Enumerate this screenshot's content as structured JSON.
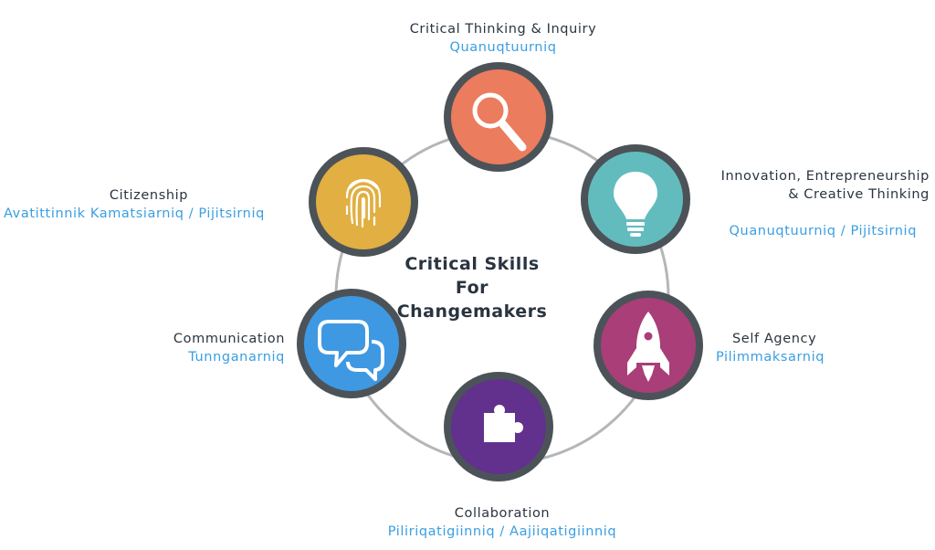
{
  "center": {
    "line1": "Critical Skills",
    "line2": "For Changemakers"
  },
  "nodes": [
    {
      "id": "critical-thinking",
      "title": "Critical Thinking & Inquiry",
      "subtitle": "Quanuqtuurniq",
      "color": "#ec7c5e",
      "ring": "#4c5358",
      "icon": "magnifier-icon"
    },
    {
      "id": "innovation",
      "title1": "Innovation, Entrepreneurship",
      "title2": "& Creative Thinking",
      "subtitle": "Quanuqtuurniq / Pijitsirniq",
      "color": "#62bcbe",
      "ring": "#4c5358",
      "icon": "lightbulb-icon"
    },
    {
      "id": "self-agency",
      "title": "Self Agency",
      "subtitle": "Pilimmaksarniq",
      "color": "#a93e78",
      "ring": "#4c5358",
      "icon": "rocket-icon"
    },
    {
      "id": "collaboration",
      "title": "Collaboration",
      "subtitle": "Piliriqatigiinniq / Aajiiqatigiinniq",
      "color": "#62308d",
      "ring": "#4c5358",
      "icon": "puzzle-piece-icon"
    },
    {
      "id": "communication",
      "title": "Communication",
      "subtitle": "Tunnganarniq",
      "color": "#3f98e2",
      "ring": "#4c5358",
      "icon": "speech-bubbles-icon"
    },
    {
      "id": "citizenship",
      "title": "Citizenship",
      "subtitle": "Avatittinnik Kamatsiarniq / Pijitsirniq",
      "color": "#e1af42",
      "ring": "#4c5358",
      "icon": "fingerprint-icon"
    }
  ],
  "colors": {
    "connector": "#b4b6b8",
    "title_text": "#2a3440",
    "subtitle_text": "#3a9ee2"
  }
}
